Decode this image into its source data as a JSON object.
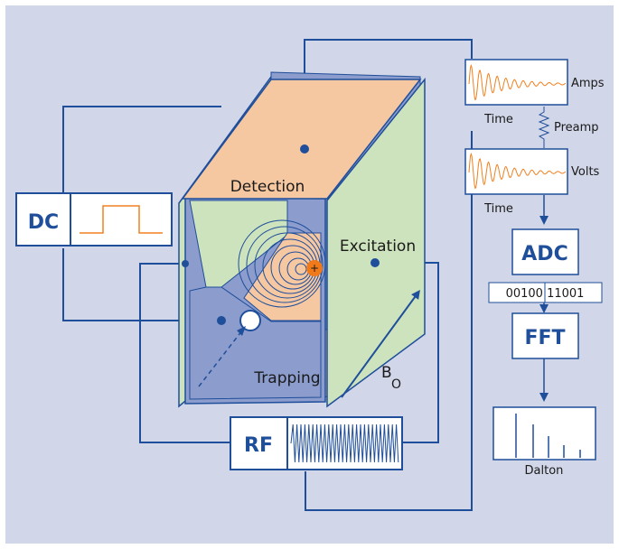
{
  "labels": {
    "detection": "Detection",
    "excitation": "Excitation",
    "trapping": "Trapping",
    "b_field": "B",
    "b_field_sub": "O",
    "amps": "Amps",
    "time_top": "Time",
    "preamp": "Preamp",
    "volts": "Volts",
    "time_bottom": "Time",
    "binary": "00100 11001",
    "dalton": "Dalton",
    "ion_charge": "+"
  },
  "blocks": {
    "dc": "DC",
    "rf": "RF",
    "adc": "ADC",
    "fft": "FFT"
  },
  "colors": {
    "background": "#d1d6e8",
    "detection_plate": "#f6c8a2",
    "excitation_plate": "#cde3bd",
    "trapping_plate": "#8b9ccd",
    "wire": "#1f4e9a",
    "signal": "#f08020",
    "ion": "#f07a1a"
  }
}
